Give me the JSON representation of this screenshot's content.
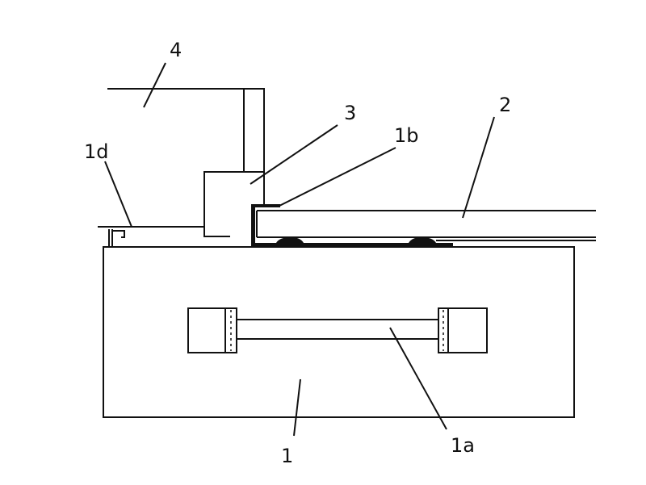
{
  "labels": {
    "part_1": "1",
    "part_1a": "1a",
    "part_1b": "1b",
    "part_1d": "1d",
    "part_2": "2",
    "part_3": "3",
    "part_4": "4"
  }
}
